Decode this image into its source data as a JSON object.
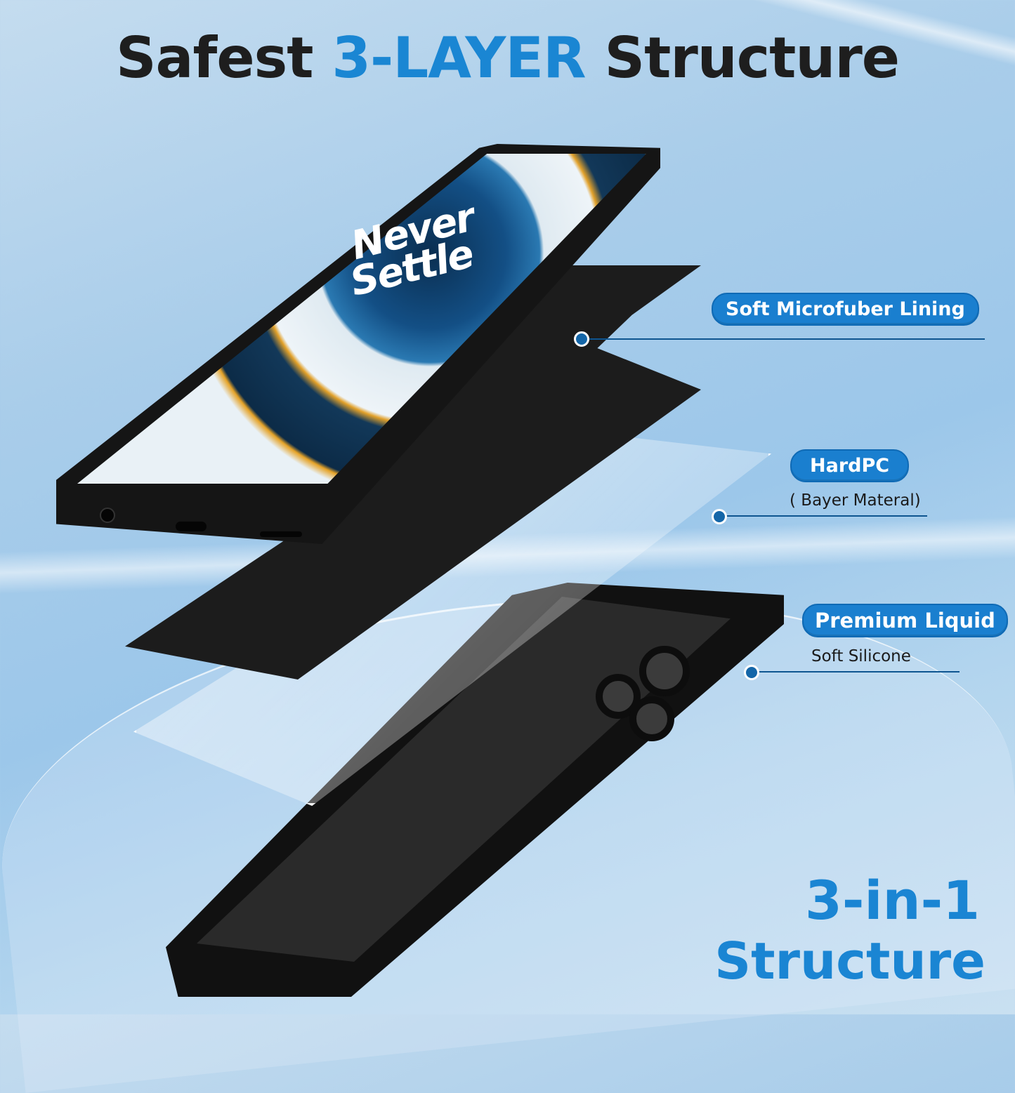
{
  "headline": {
    "prefix": "Safest",
    "accent": "3-LAYER",
    "suffix": "Structure"
  },
  "phone_wallpaper": {
    "line1": "Never",
    "line2": "Settle"
  },
  "callouts": [
    {
      "title": "Soft Microfuber Lining",
      "subtitle": ""
    },
    {
      "title": "HardPC",
      "subtitle": "( Bayer Materal)"
    },
    {
      "title": "Premium Liquid",
      "subtitle": "Soft Silicone"
    }
  ],
  "bottom_title": {
    "line1": "3-in-1",
    "line2": "Structure"
  },
  "colors": {
    "accent_blue": "#1a86d3",
    "pill_blue": "#1a7fcf",
    "headline_dark": "#1e1e1e",
    "background": "#a9cdea",
    "connector": "#0e5590"
  }
}
